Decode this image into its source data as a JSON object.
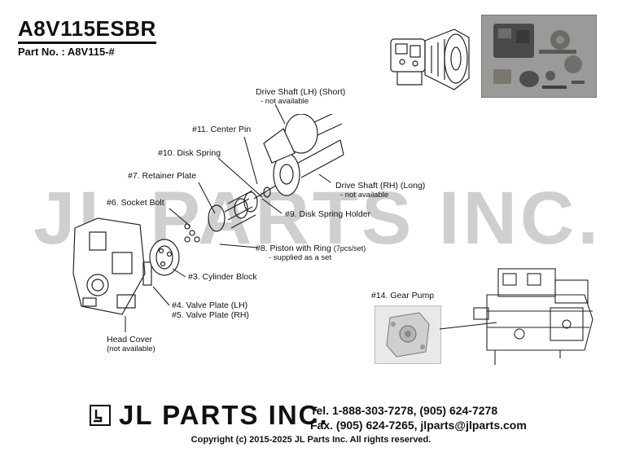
{
  "header": {
    "model": "A8V115ESBR",
    "part_no": "Part No. : A8V115-#"
  },
  "watermark": "JL PARTS INC.",
  "labels": {
    "drive_shaft_lh": "Drive Shaft (LH) (Short)",
    "drive_shaft_lh_note": "- not available",
    "center_pin": "#11. Center Pin",
    "disk_spring": "#10. Disk Spring",
    "retainer_plate": "#7. Retainer Plate",
    "drive_shaft_rh": "Drive Shaft (RH) (Long)",
    "drive_shaft_rh_note": "- not available",
    "socket_bolt": "#6. Socket Bolt",
    "disk_spring_holder": "#9. Disk Spring Holder",
    "piston_ring": "#8. Piston with Ring",
    "piston_ring_qty": "(7pcs/set)",
    "piston_ring_note": "- supplied as a set",
    "cylinder_block": "#3. Cylinder Block",
    "valve_plate_lh": "#4. Valve Plate (LH)",
    "valve_plate_rh": "#5. Valve Plate (RH)",
    "head_cover": "Head Cover",
    "head_cover_note": "(not available)",
    "gear_pump": "#14. Gear Pump"
  },
  "footer": {
    "logo_text": "JL PARTS INC.",
    "tel": "Tel. 1-888-303-7278, (905) 624-7278",
    "fax": "Fax. (905) 624-7265, jlparts@jlparts.com",
    "copyright": "Copyright (c) 2015-2025 JL Parts Inc. All rights reserved."
  }
}
